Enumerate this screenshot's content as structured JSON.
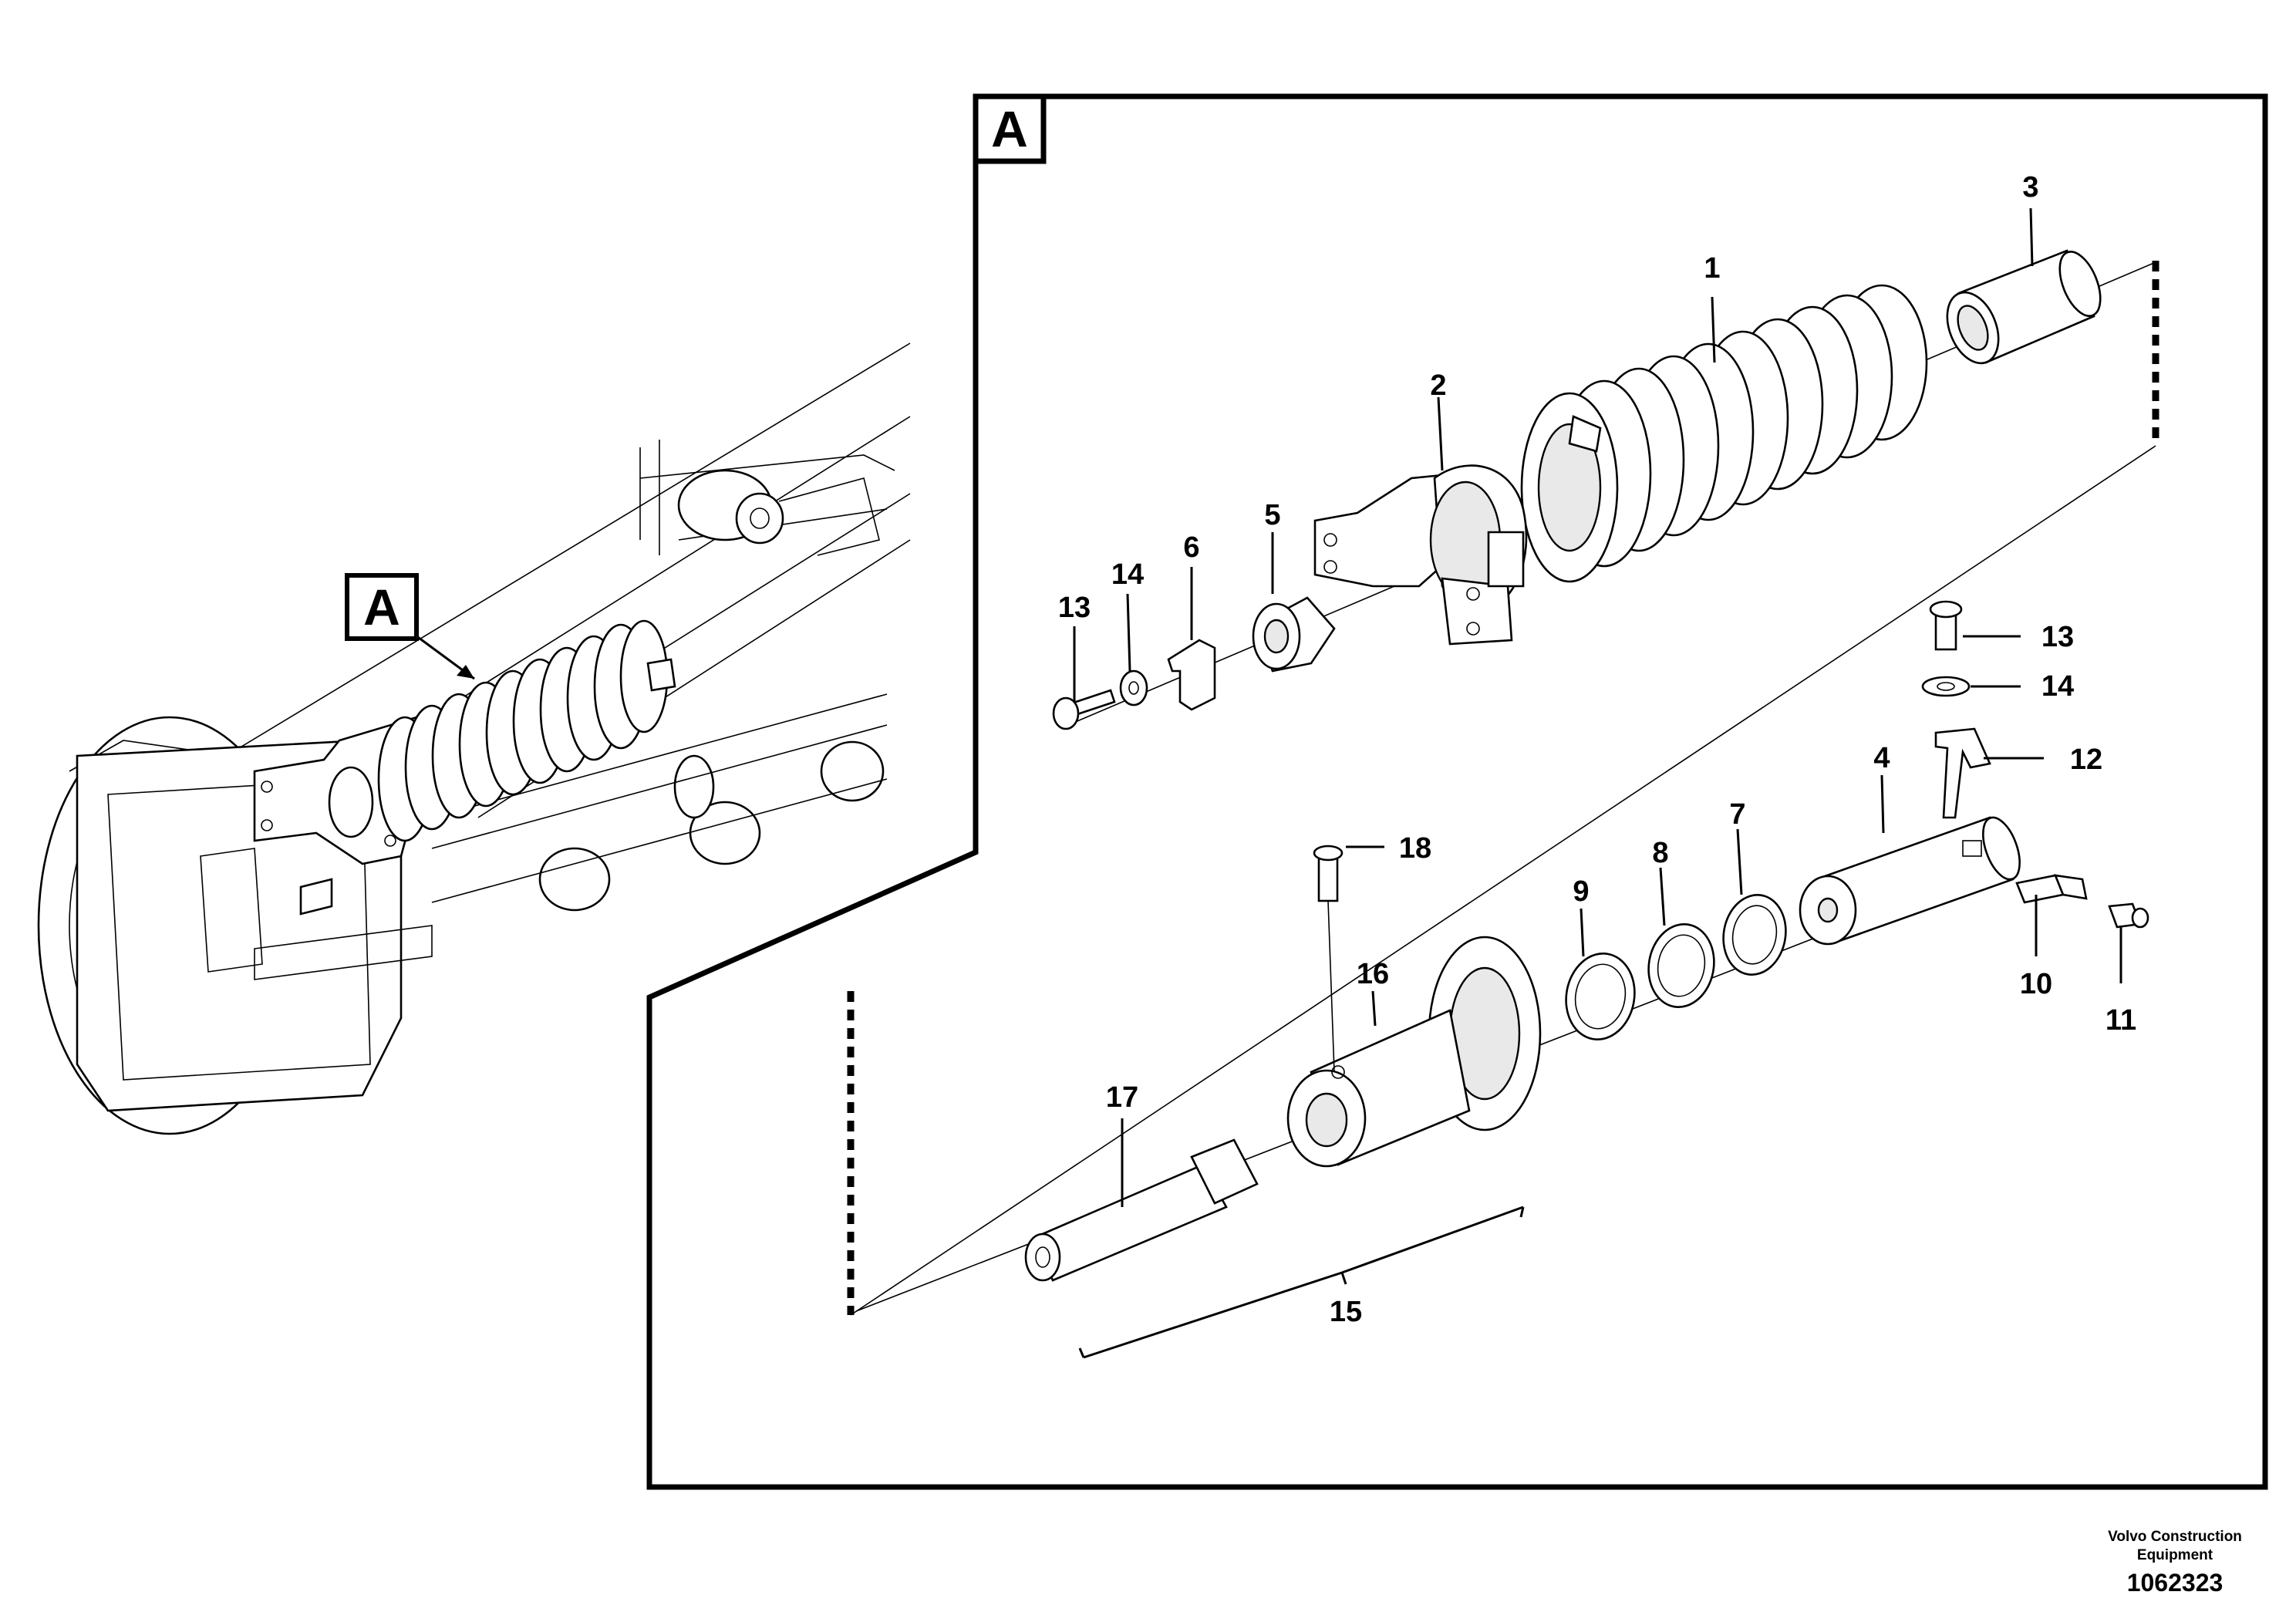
{
  "detail": {
    "letter": "A"
  },
  "callouts": [
    "1",
    "2",
    "3",
    "4",
    "5",
    "6",
    "7",
    "8",
    "9",
    "10",
    "11",
    "12",
    "13",
    "14",
    "15",
    "16",
    "17",
    "18"
  ],
  "footer": {
    "brand_line1": "Volvo Construction",
    "brand_line2": "Equipment",
    "drawing_number": "1062323"
  }
}
